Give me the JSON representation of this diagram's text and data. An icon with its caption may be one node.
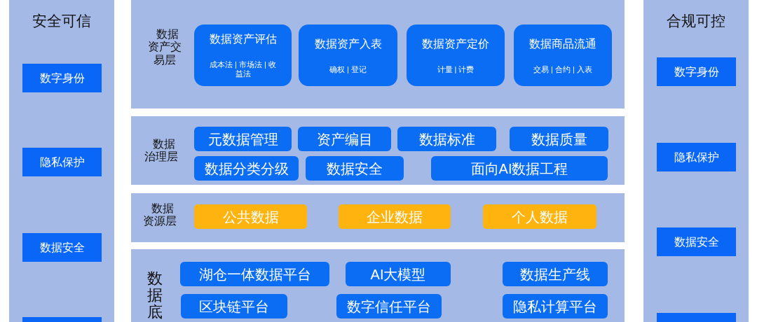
{
  "diagram": {
    "nodes": [
      {
        "text": [
          "安全可信"
        ]
      },
      {
        "text": [
          "数字身份"
        ],
        "in": 0
      },
      {
        "text": [
          "隐私保护"
        ],
        "in": 0
      },
      {
        "text": [
          "数据安全"
        ],
        "in": 0
      },
      {
        "text": [],
        "shape": "box",
        "in": 0
      },
      {
        "text": [
          "数据资产交易层"
        ]
      },
      {
        "text": [
          "数据资产评估",
          "成本法 | 市场法 | 收益法"
        ],
        "in": 5
      },
      {
        "text": [
          "数据资产入表",
          "确权 | 登记"
        ],
        "in": 5
      },
      {
        "text": [
          "数据资产定价",
          "计量 | 计费"
        ],
        "in": 5
      },
      {
        "text": [
          "数据商品流通",
          "交易 | 合约 | 入表"
        ],
        "in": 5
      },
      {
        "text": [
          "数据治理层"
        ]
      },
      {
        "text": [
          "元数据管理"
        ],
        "in": 10
      },
      {
        "text": [
          "资产编目"
        ],
        "in": 10
      },
      {
        "text": [
          "数据标准"
        ],
        "in": 10
      },
      {
        "text": [
          "数据质量"
        ],
        "in": 10
      },
      {
        "text": [
          "数据分类分级"
        ],
        "in": 10
      },
      {
        "text": [
          "数据安全"
        ],
        "in": 10
      },
      {
        "text": [
          "面向AI数据工程"
        ],
        "in": 10
      },
      {
        "text": [
          "数据资源层"
        ]
      },
      {
        "text": [
          "公共数据"
        ],
        "in": 18
      },
      {
        "text": [
          "企业数据"
        ],
        "in": 18
      },
      {
        "text": [
          "个人数据"
        ],
        "in": 18
      },
      {
        "text": [
          "数据底"
        ]
      },
      {
        "text": [
          "湖仓一体数据平台"
        ],
        "in": 22
      },
      {
        "text": [
          "AI大模型"
        ],
        "in": 22
      },
      {
        "text": [
          "数据生产线"
        ],
        "in": 22
      },
      {
        "text": [
          "区块链平台"
        ],
        "in": 22
      },
      {
        "text": [
          "数字信任平台"
        ],
        "in": 22
      },
      {
        "text": [
          "隐私计算平台"
        ],
        "in": 22
      },
      {
        "text": [
          "合规可控"
        ]
      },
      {
        "text": [
          "数字身份"
        ],
        "in": 29
      },
      {
        "text": [
          "隐私保护"
        ],
        "in": 29
      },
      {
        "text": [
          "数据安全"
        ],
        "in": 29
      },
      {
        "text": [],
        "shape": "box",
        "in": 29
      }
    ]
  }
}
